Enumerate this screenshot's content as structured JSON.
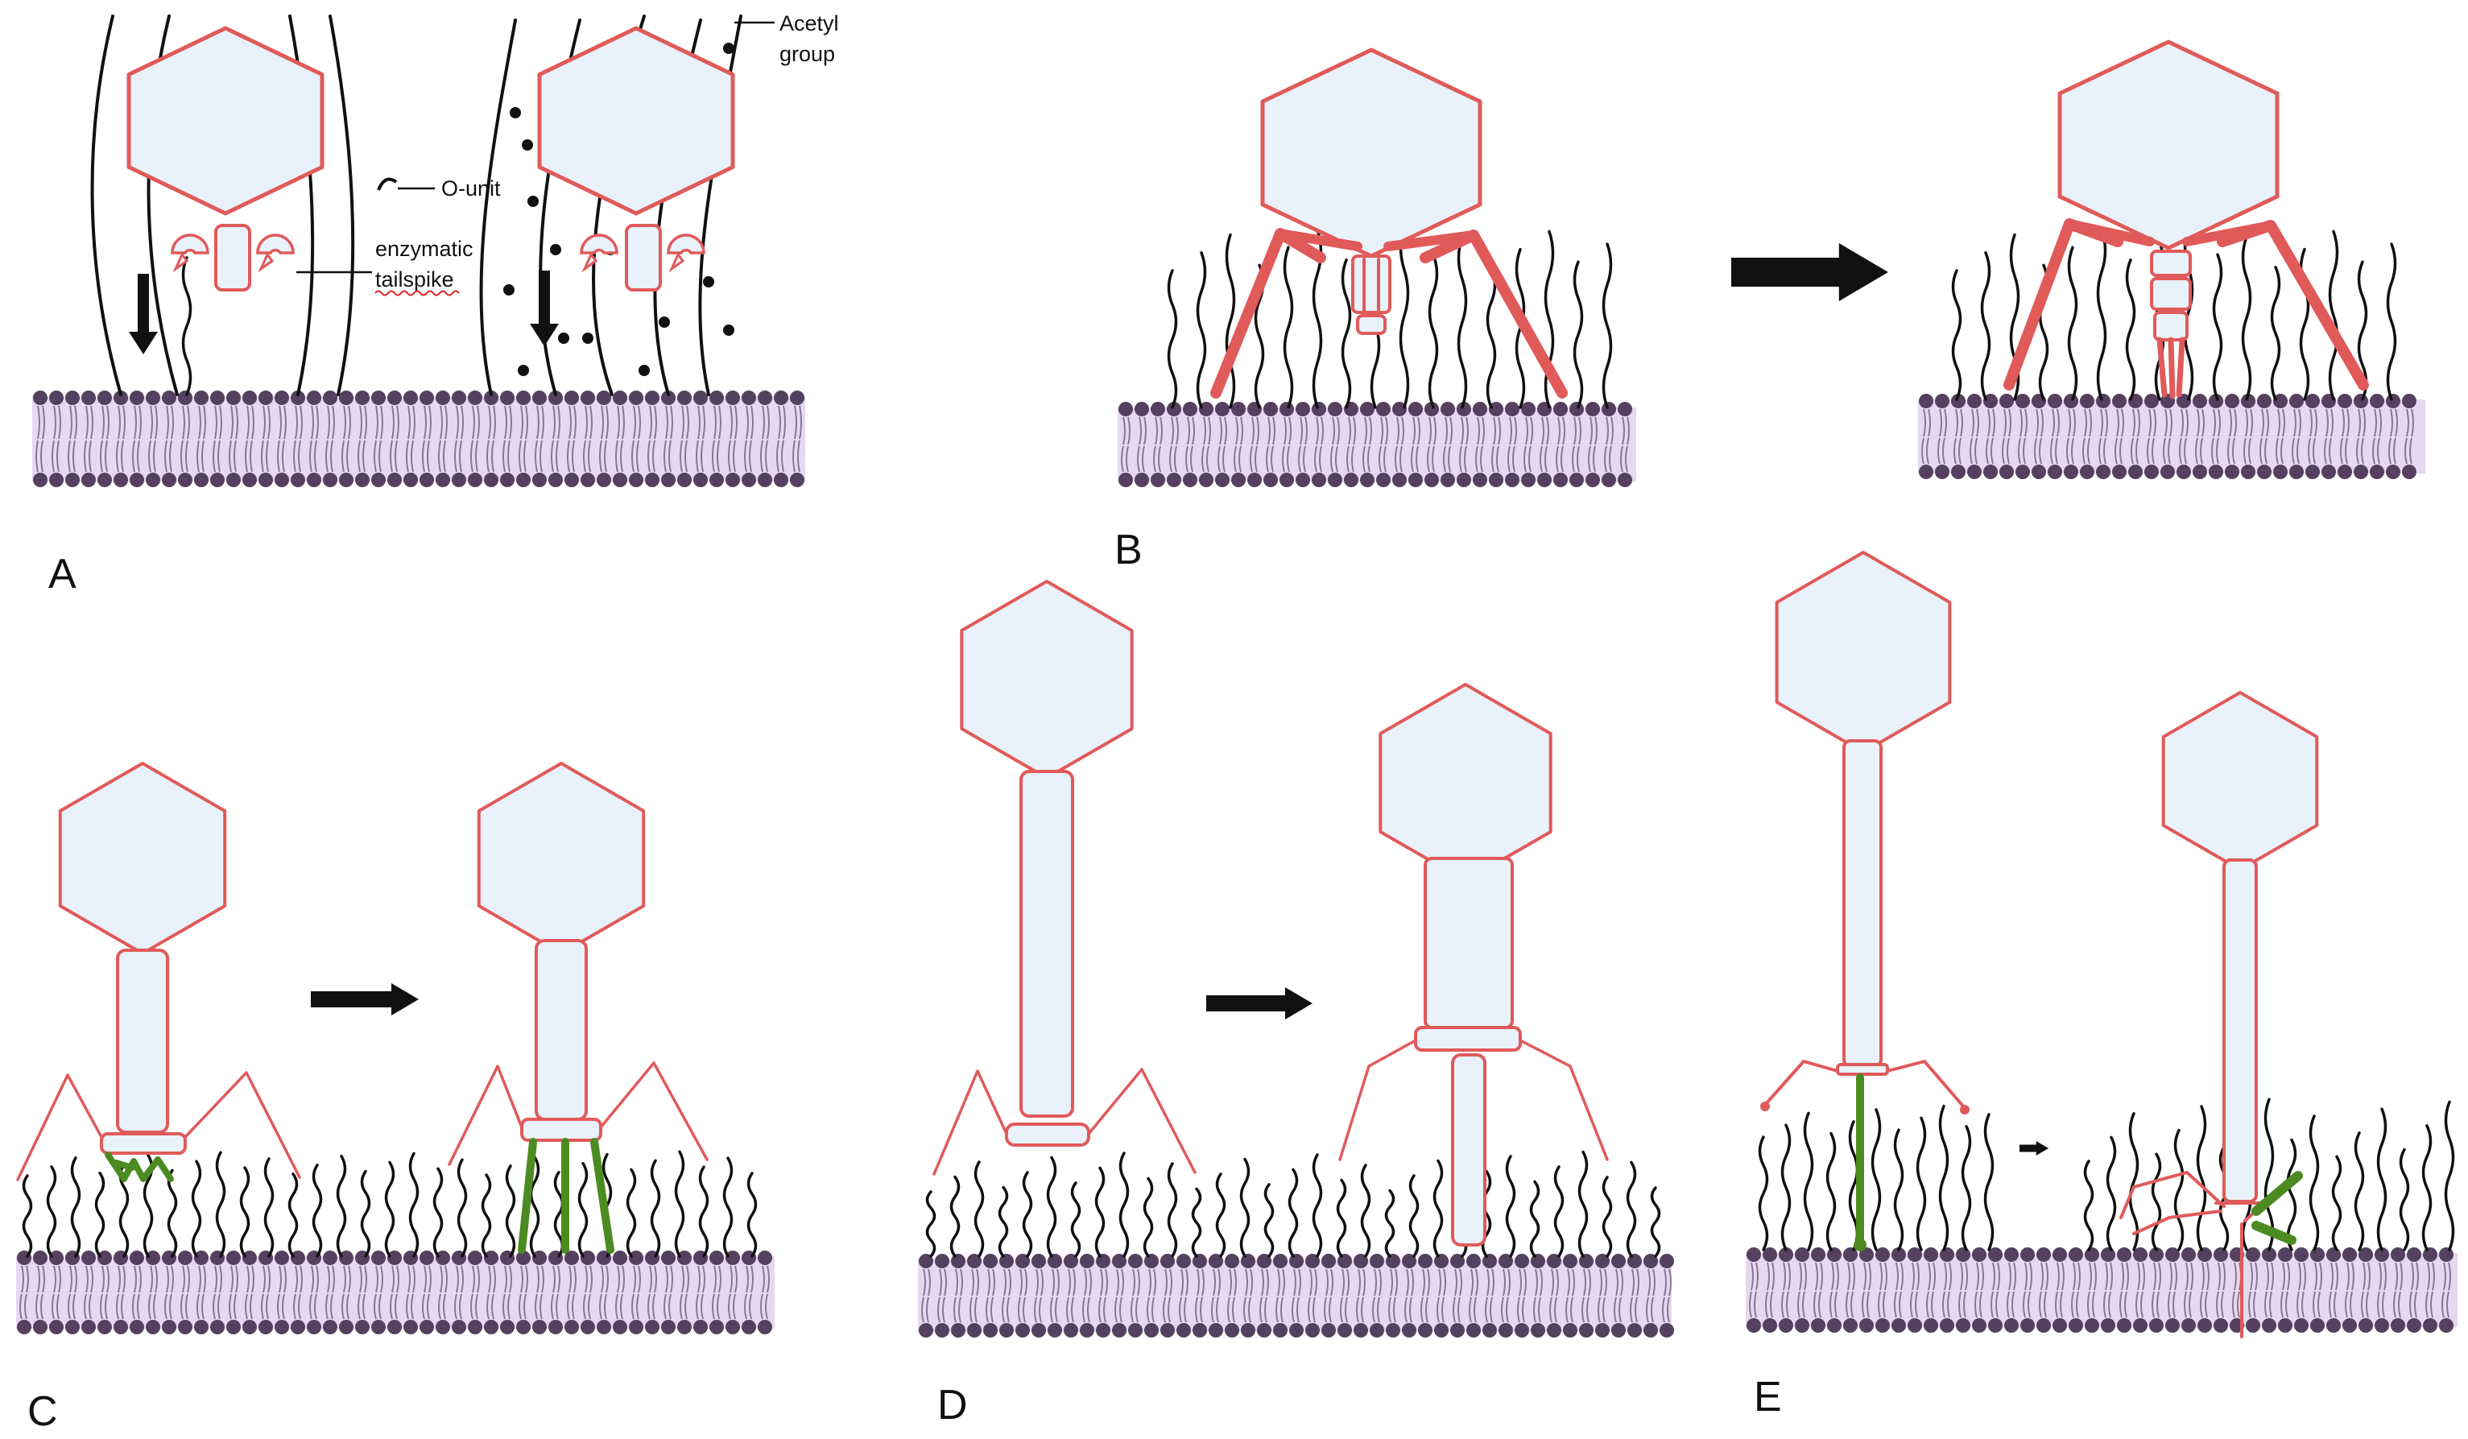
{
  "colors": {
    "outline": "#e05a5a",
    "fill": "#e9f1fa",
    "membrane": "#e6d8ef",
    "head_group": "#55405f",
    "chain": "#111111",
    "fiber": "#4c8a22",
    "arrow": "#111111"
  },
  "panels": {
    "a": {
      "label": "A"
    },
    "b": {
      "label": "B"
    },
    "c": {
      "label": "C"
    },
    "d": {
      "label": "D"
    },
    "e": {
      "label": "E"
    }
  },
  "annotations": {
    "o_unit": "O-unit",
    "enzymatic_tailspike_line1": "enzymatic",
    "enzymatic_tailspike_line2": "tailspike",
    "acetyl_group_line1": "Acetyl",
    "acetyl_group_line2": "group"
  }
}
